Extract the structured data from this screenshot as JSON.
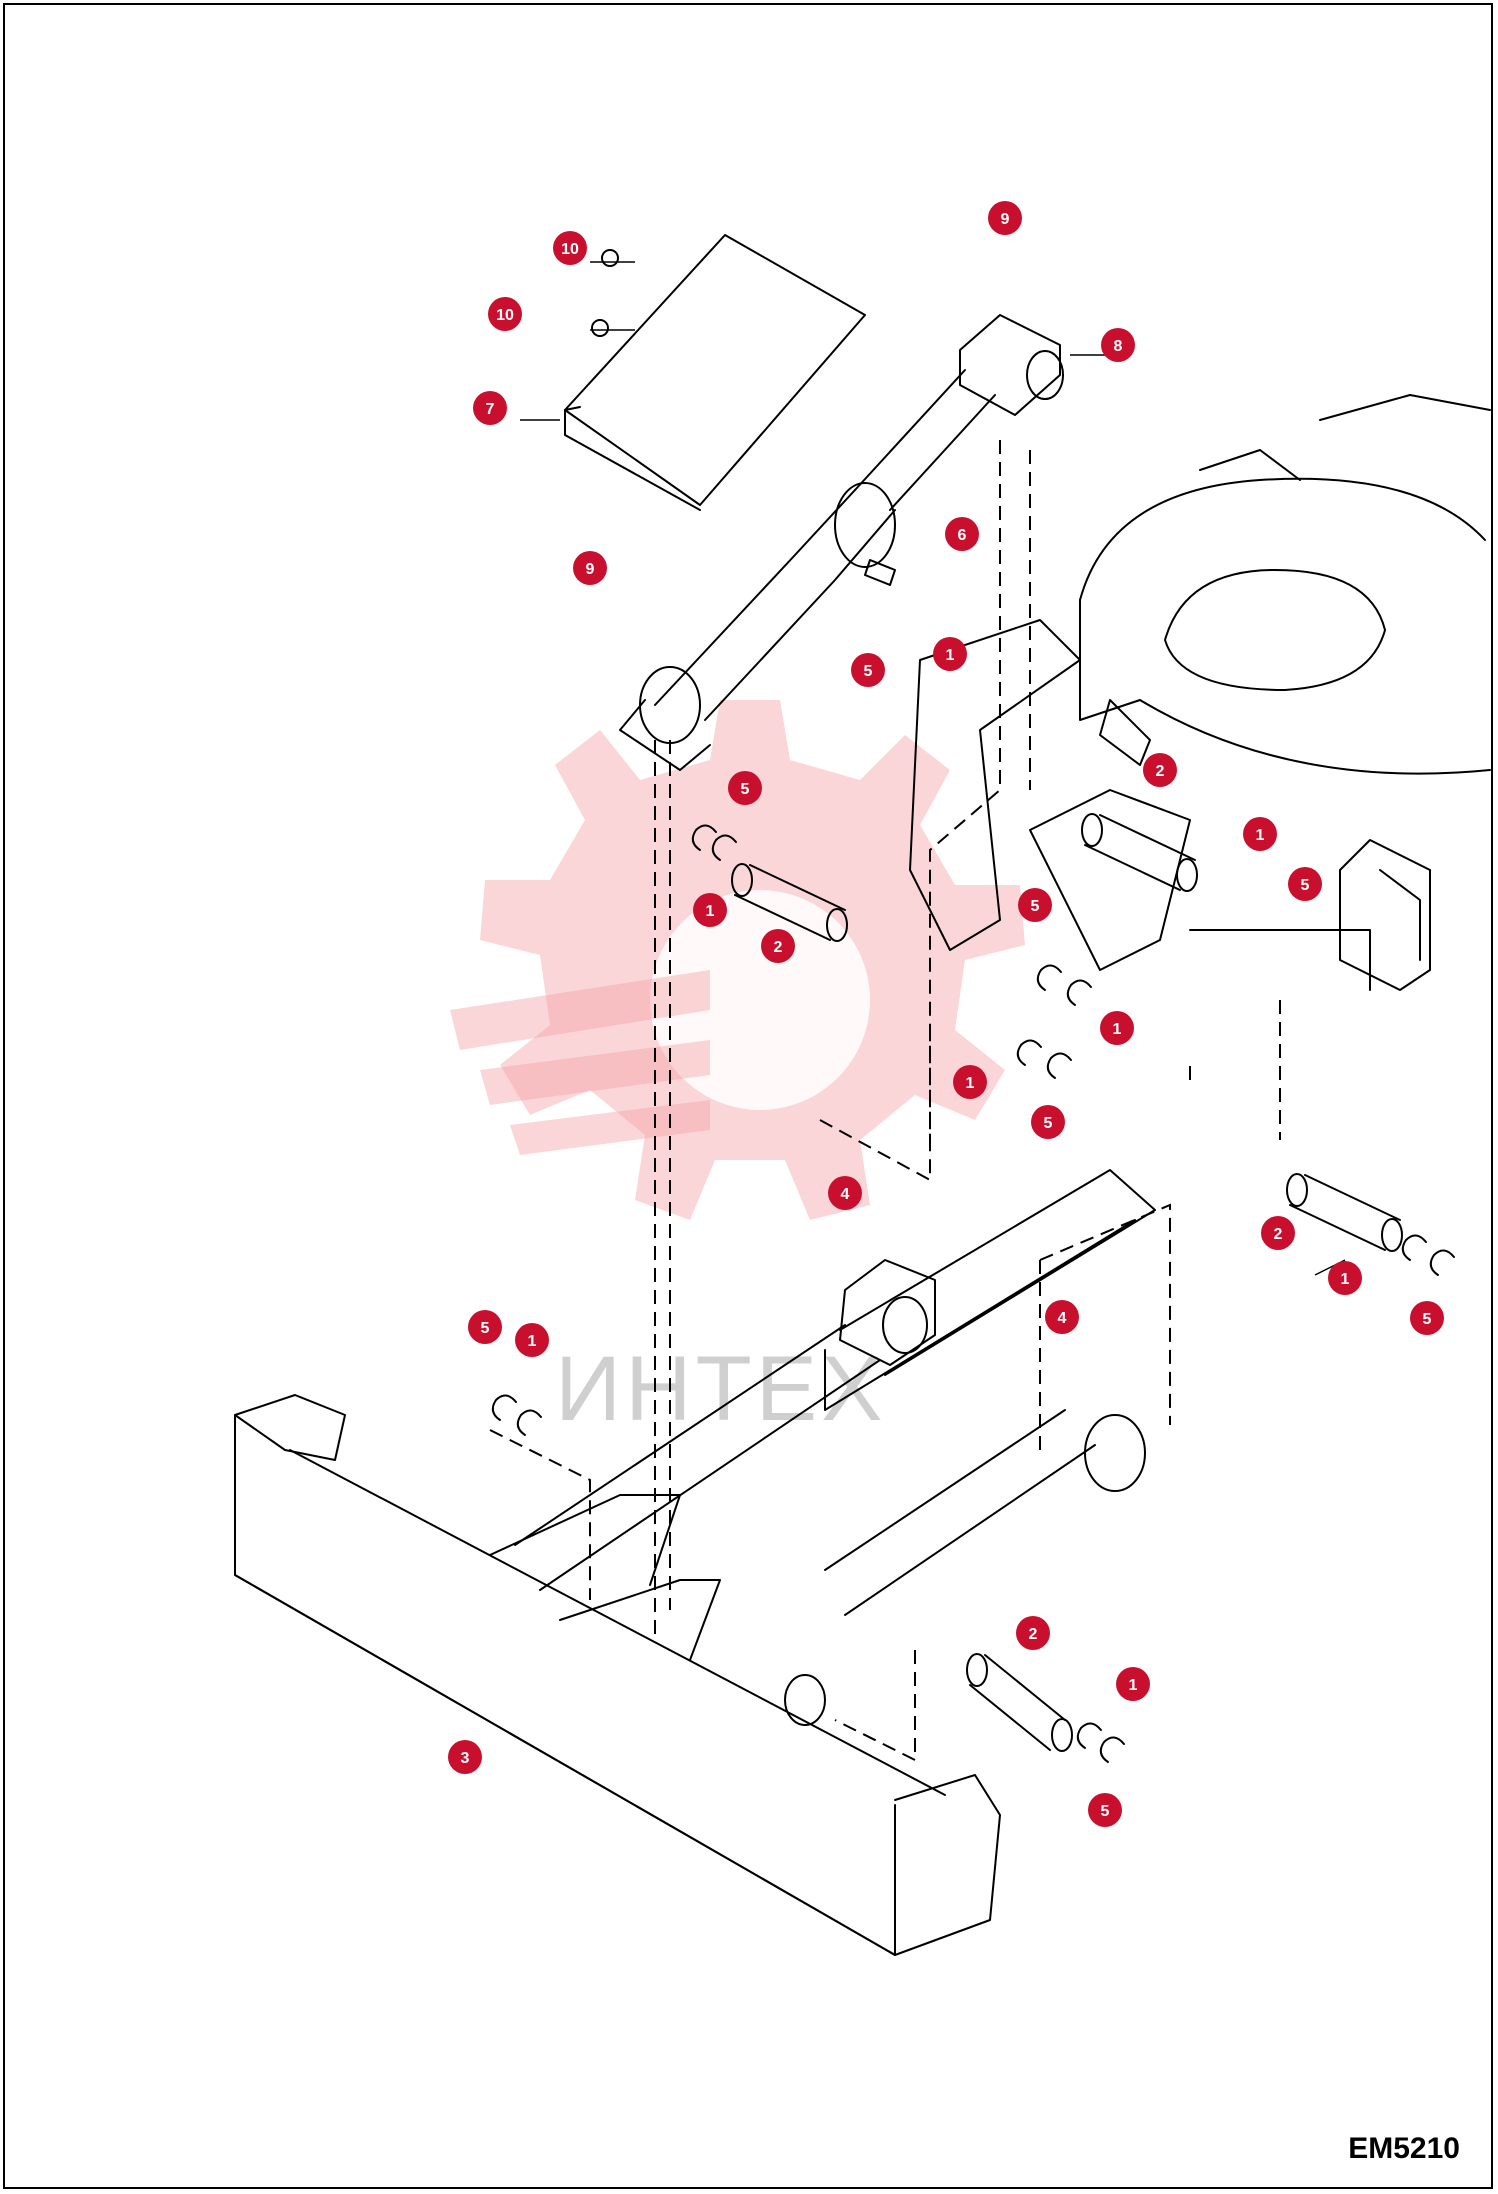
{
  "figure": {
    "code": "EM5210",
    "watermark": "ИНТЕХ"
  },
  "colors": {
    "callout": "#c8102e",
    "watermark": "#f4a3a8",
    "line": "#000000"
  },
  "callouts": [
    "1",
    "2",
    "3",
    "4",
    "5",
    "6",
    "7",
    "8",
    "9",
    "10"
  ]
}
